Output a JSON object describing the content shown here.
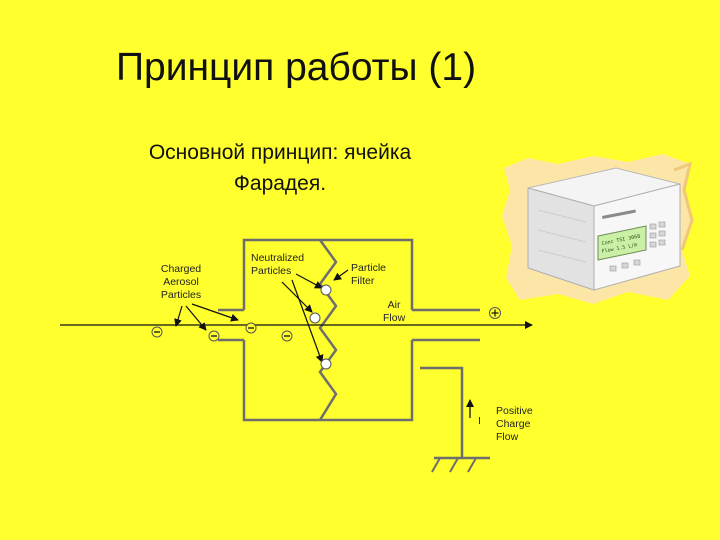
{
  "slide": {
    "title": "Принцип работы (1)",
    "subtitle_line1": "Основной принцип: ячейка",
    "subtitle_line2": "Фарадея."
  },
  "diagram": {
    "charged_label": [
      "Charged",
      "Aerosol",
      "Particles"
    ],
    "neutralized_label": [
      "Neutralized",
      "Particles"
    ],
    "filter_label": [
      "Particle",
      "Filter"
    ],
    "airflow_label": [
      "Air",
      "Flow"
    ],
    "charge_flow_label": [
      "Positive",
      "Charge",
      "Flow"
    ],
    "current_symbol": "I"
  },
  "device": {
    "display_line1": "Conc  TSI 3068",
    "display_line2": "Flow  1.5 L/m"
  },
  "colors": {
    "background": "#FFFF2E",
    "device_backdrop": "#FBE6A8",
    "line": "#6E6E6E"
  }
}
